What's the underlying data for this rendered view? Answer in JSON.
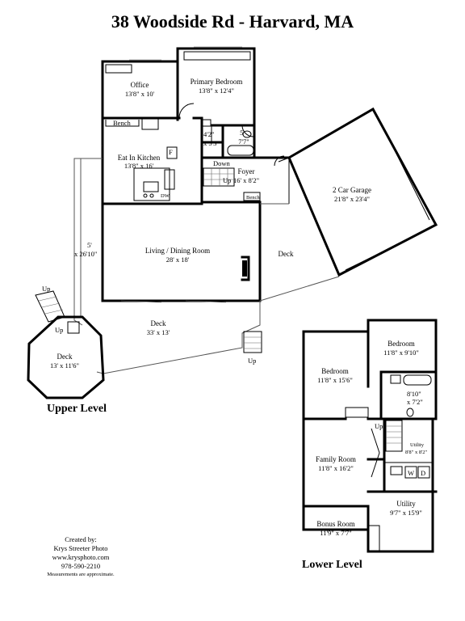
{
  "title": "38 Woodside Rd - Harvard, MA",
  "levels": {
    "upper": "Upper Level",
    "lower": "Lower Level"
  },
  "upper_rooms": {
    "office": {
      "name": "Office",
      "dims": "13'8\" x 10'"
    },
    "primary_bedroom": {
      "name": "Primary Bedroom",
      "dims": "13'8\" x 12'4\""
    },
    "bench_top": {
      "name": "Bench"
    },
    "closet_a": {
      "dims_a": "4'2\"",
      "dims_b": "x 5'3\""
    },
    "closet_b": {
      "dims_a": "5'",
      "dims_b": "7'7\""
    },
    "kitchen": {
      "name": "Eat In Kitchen",
      "dims": "13'8\" x 16'"
    },
    "fridge_mark": "F",
    "dishwasher_mark": "DW",
    "down": "Down",
    "foyer": {
      "name": "Foyer",
      "dims": "16' x 8'2\"",
      "up": "Up"
    },
    "bench_foyer": {
      "name": "Bench"
    },
    "garage": {
      "name": "2 Car Garage",
      "dims": "21'8\" x 23'4\""
    },
    "living": {
      "name": "Living / Dining Room",
      "dims": "28' x 18'"
    },
    "walkway": {
      "dims_a": "5'",
      "dims_b": "x 26'10\""
    },
    "deck_side": {
      "name": "Deck"
    },
    "deck_main": {
      "name": "Deck",
      "dims": "33' x 13'"
    },
    "deck_octagon": {
      "name": "Deck",
      "dims": "13' x 11'6\""
    },
    "stair_up_1": "Up",
    "stair_up_2": "Up",
    "stair_up_3": "Up"
  },
  "lower_rooms": {
    "bedroom_right": {
      "name": "Bedroom",
      "dims": "11'8\" x 9'10\""
    },
    "bedroom_left": {
      "name": "Bedroom",
      "dims": "11'8\" x 15'6\""
    },
    "bath": {
      "dims_a": "8'10\"",
      "dims_b": "x 7'2\""
    },
    "stair_up": "Up",
    "utility_small": {
      "name": "Utility",
      "dims": "8'8\" x 8'2\""
    },
    "family": {
      "name": "Family Room",
      "dims": "11'8\" x 16'2\""
    },
    "washer": "W",
    "dryer": "D",
    "utility": {
      "name": "Utility",
      "dims": "9'7\" x 15'9\""
    },
    "bonus": {
      "name": "Bonus Room",
      "dims": "11'9\" x 7'7\""
    }
  },
  "credits": {
    "line1": "Created by:",
    "line2": "Krys Streeter Photo",
    "line3": "www.krysphoto.com",
    "line4": "978-590-2210",
    "line5": "Measurements are approximate."
  }
}
